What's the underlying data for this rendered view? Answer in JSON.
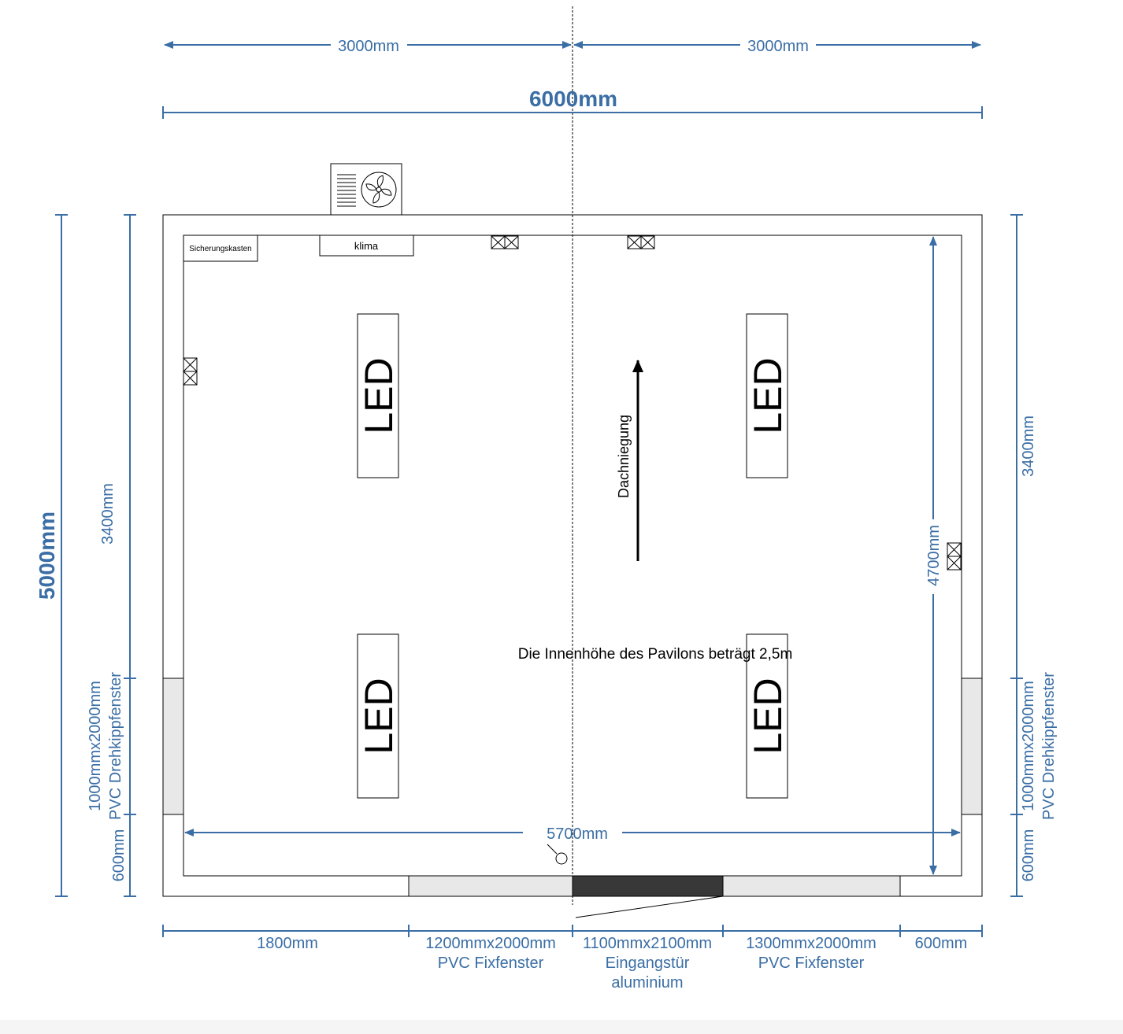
{
  "colors": {
    "dimension": "#3a6ea5",
    "wall": "#000000",
    "window_fill": "#e8e8e8",
    "door_fill": "#383838"
  },
  "top_dims": {
    "left_half": "3000mm",
    "right_half": "3000mm",
    "total_width": "6000mm"
  },
  "left_dims": {
    "total_height": "5000mm",
    "upper": "3400mm",
    "window_size": "1000mmx2000mm",
    "window_type": "PVC Drehkippfenster",
    "lower": "600mm"
  },
  "right_dims": {
    "upper": "3400mm",
    "window_size": "1000mmx2000mm",
    "window_type": "PVC Drehkippfenster",
    "lower": "600mm"
  },
  "inner_dims": {
    "inner_depth": "4700mm",
    "inner_width": "5700mm"
  },
  "bottom_dims": {
    "seg1": "1800mm",
    "seg2_size": "1200mmx2000mm",
    "seg2_type": "PVC Fixfenster",
    "seg3_size": "1100mmx2100mm",
    "seg3_type": "Eingangstür",
    "seg3_material": "aluminium",
    "seg4_size": "1300mmx2000mm",
    "seg4_type": "PVC Fixfenster",
    "seg5": "600mm"
  },
  "labels": {
    "fuse_box": "Sicherungskasten",
    "ac": "klima",
    "led_1": "LED",
    "led_2": "LED",
    "led_3": "LED",
    "led_4": "LED",
    "roof_slope": "Dachniegung",
    "inner_height_note": "Die Innenhöhe des Pavilons beträgt 2,5m"
  },
  "icons": {
    "ac_unit": "ac-outdoor-unit-fan-icon",
    "sockets": "double-socket-icon",
    "switch": "light-switch-icon"
  }
}
